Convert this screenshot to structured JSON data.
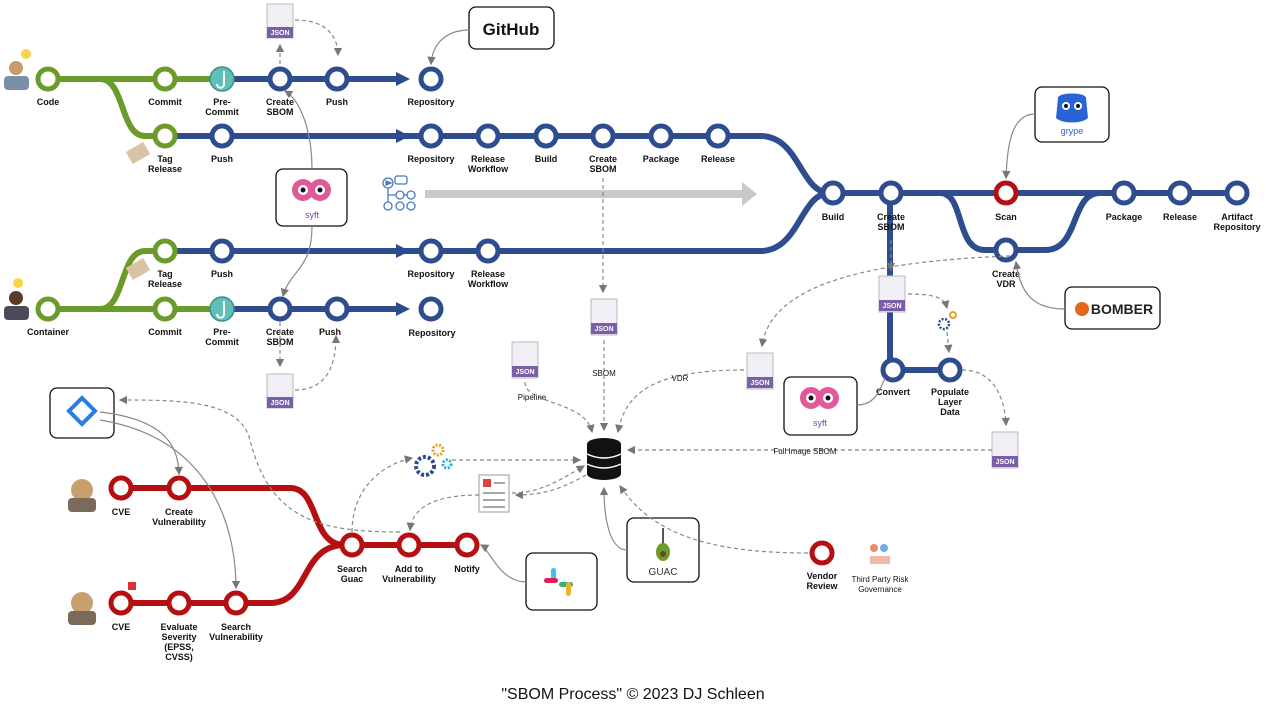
{
  "colors": {
    "green": "#6b9b2a",
    "blue": "#2e4d8e",
    "red": "#b50f12",
    "gray": "#bbbbbb"
  },
  "caption": "\"SBOM Process\" © 2023 DJ Schleen",
  "tools": {
    "github": "GitHub",
    "grype": "grype",
    "bomber": "BOMBER",
    "syft": "syft",
    "guac": "GUAC",
    "json": "JSON"
  },
  "code_flow": {
    "code": "Code",
    "commit": "Commit",
    "precommit_1": "Pre-",
    "precommit_2": "Commit",
    "create_sbom_1": "Create",
    "create_sbom_2": "SBOM",
    "push": "Push",
    "repository": "Repository",
    "tag_release_1": "Tag",
    "tag_release_2": "Release",
    "push2": "Push"
  },
  "release_row": {
    "repository": "Repository",
    "release_workflow_1": "Release",
    "release_workflow_2": "Workflow",
    "build": "Build",
    "create_sbom_1": "Create",
    "create_sbom_2": "SBOM",
    "package": "Package",
    "release": "Release"
  },
  "main_row": {
    "build": "Build",
    "create_sbom_1": "Create",
    "create_sbom_2": "SBOM",
    "scan": "Scan",
    "package": "Package",
    "release": "Release",
    "artifact_1": "Artifact",
    "artifact_2": "Repository",
    "create_vdr_1": "Create",
    "create_vdr_2": "VDR"
  },
  "container_flow": {
    "container": "Container",
    "commit": "Commit",
    "precommit_1": "Pre-",
    "precommit_2": "Commit",
    "create_sbom_1": "Create",
    "create_sbom_2": "SBOM",
    "push": "Push",
    "repository": "Repository",
    "tag_release_1": "Tag",
    "tag_release_2": "Release",
    "push2": "Push",
    "repository2": "Repository",
    "release_workflow_1": "Release",
    "release_workflow_2": "Workflow"
  },
  "image_flow": {
    "convert": "Convert",
    "populate_1": "Populate",
    "populate_2": "Layer",
    "populate_3": "Data"
  },
  "edges": {
    "pipeline": "Pipeline",
    "sbom": "SBOM",
    "vdr": "VDR",
    "full_image_sbom": "Full Image SBOM"
  },
  "vuln_flow": {
    "cve": "CVE",
    "create_vuln_1": "Create",
    "create_vuln_2": "Vulnerability",
    "cve2": "CVE",
    "evaluate_1": "Evaluate",
    "evaluate_2": "Severity",
    "evaluate_3": "(EPSS,",
    "evaluate_4": "CVSS)",
    "search_vuln_1": "Search",
    "search_vuln_2": "Vulnerability",
    "search_guac_1": "Search",
    "search_guac_2": "Guac",
    "add_vuln_1": "Add to",
    "add_vuln_2": "Vulnerability",
    "notify": "Notify",
    "vendor_1": "Vendor",
    "vendor_2": "Review",
    "tprg_1": "Third Party Risk",
    "tprg_2": "Governance"
  }
}
